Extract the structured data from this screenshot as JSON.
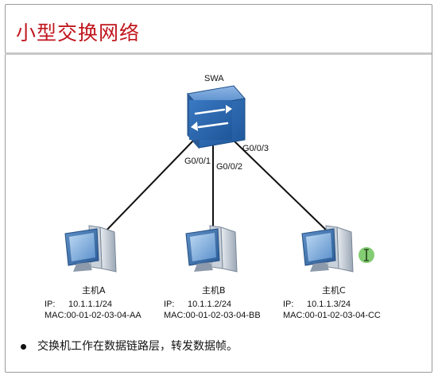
{
  "title": "小型交换网络",
  "switch": {
    "name": "SWA"
  },
  "ports": {
    "p1": "G0/0/1",
    "p2": "G0/0/2",
    "p3": "G0/0/3"
  },
  "hosts": [
    {
      "name": "主机A",
      "ip_label": "IP:",
      "ip": "10.1.1.1/24",
      "mac_label": "MAC:",
      "mac": "00-01-02-03-04-AA"
    },
    {
      "name": "主机B",
      "ip_label": "IP:",
      "ip": "10.1.1.2/24",
      "mac_label": "MAC:",
      "mac": "00-01-02-03-04-BB"
    },
    {
      "name": "主机C",
      "ip_label": "IP:",
      "ip": "10.1.1.3/24",
      "mac_label": "MAC:",
      "mac": "00-01-02-03-04-CC"
    }
  ],
  "note": "交换机工作在数据链路层，转发数据帧。",
  "colors": {
    "title": "#c0161d",
    "switch": "#2f6fb8",
    "monitor": "#3a6ea8",
    "cursor": "#6ec35a"
  }
}
